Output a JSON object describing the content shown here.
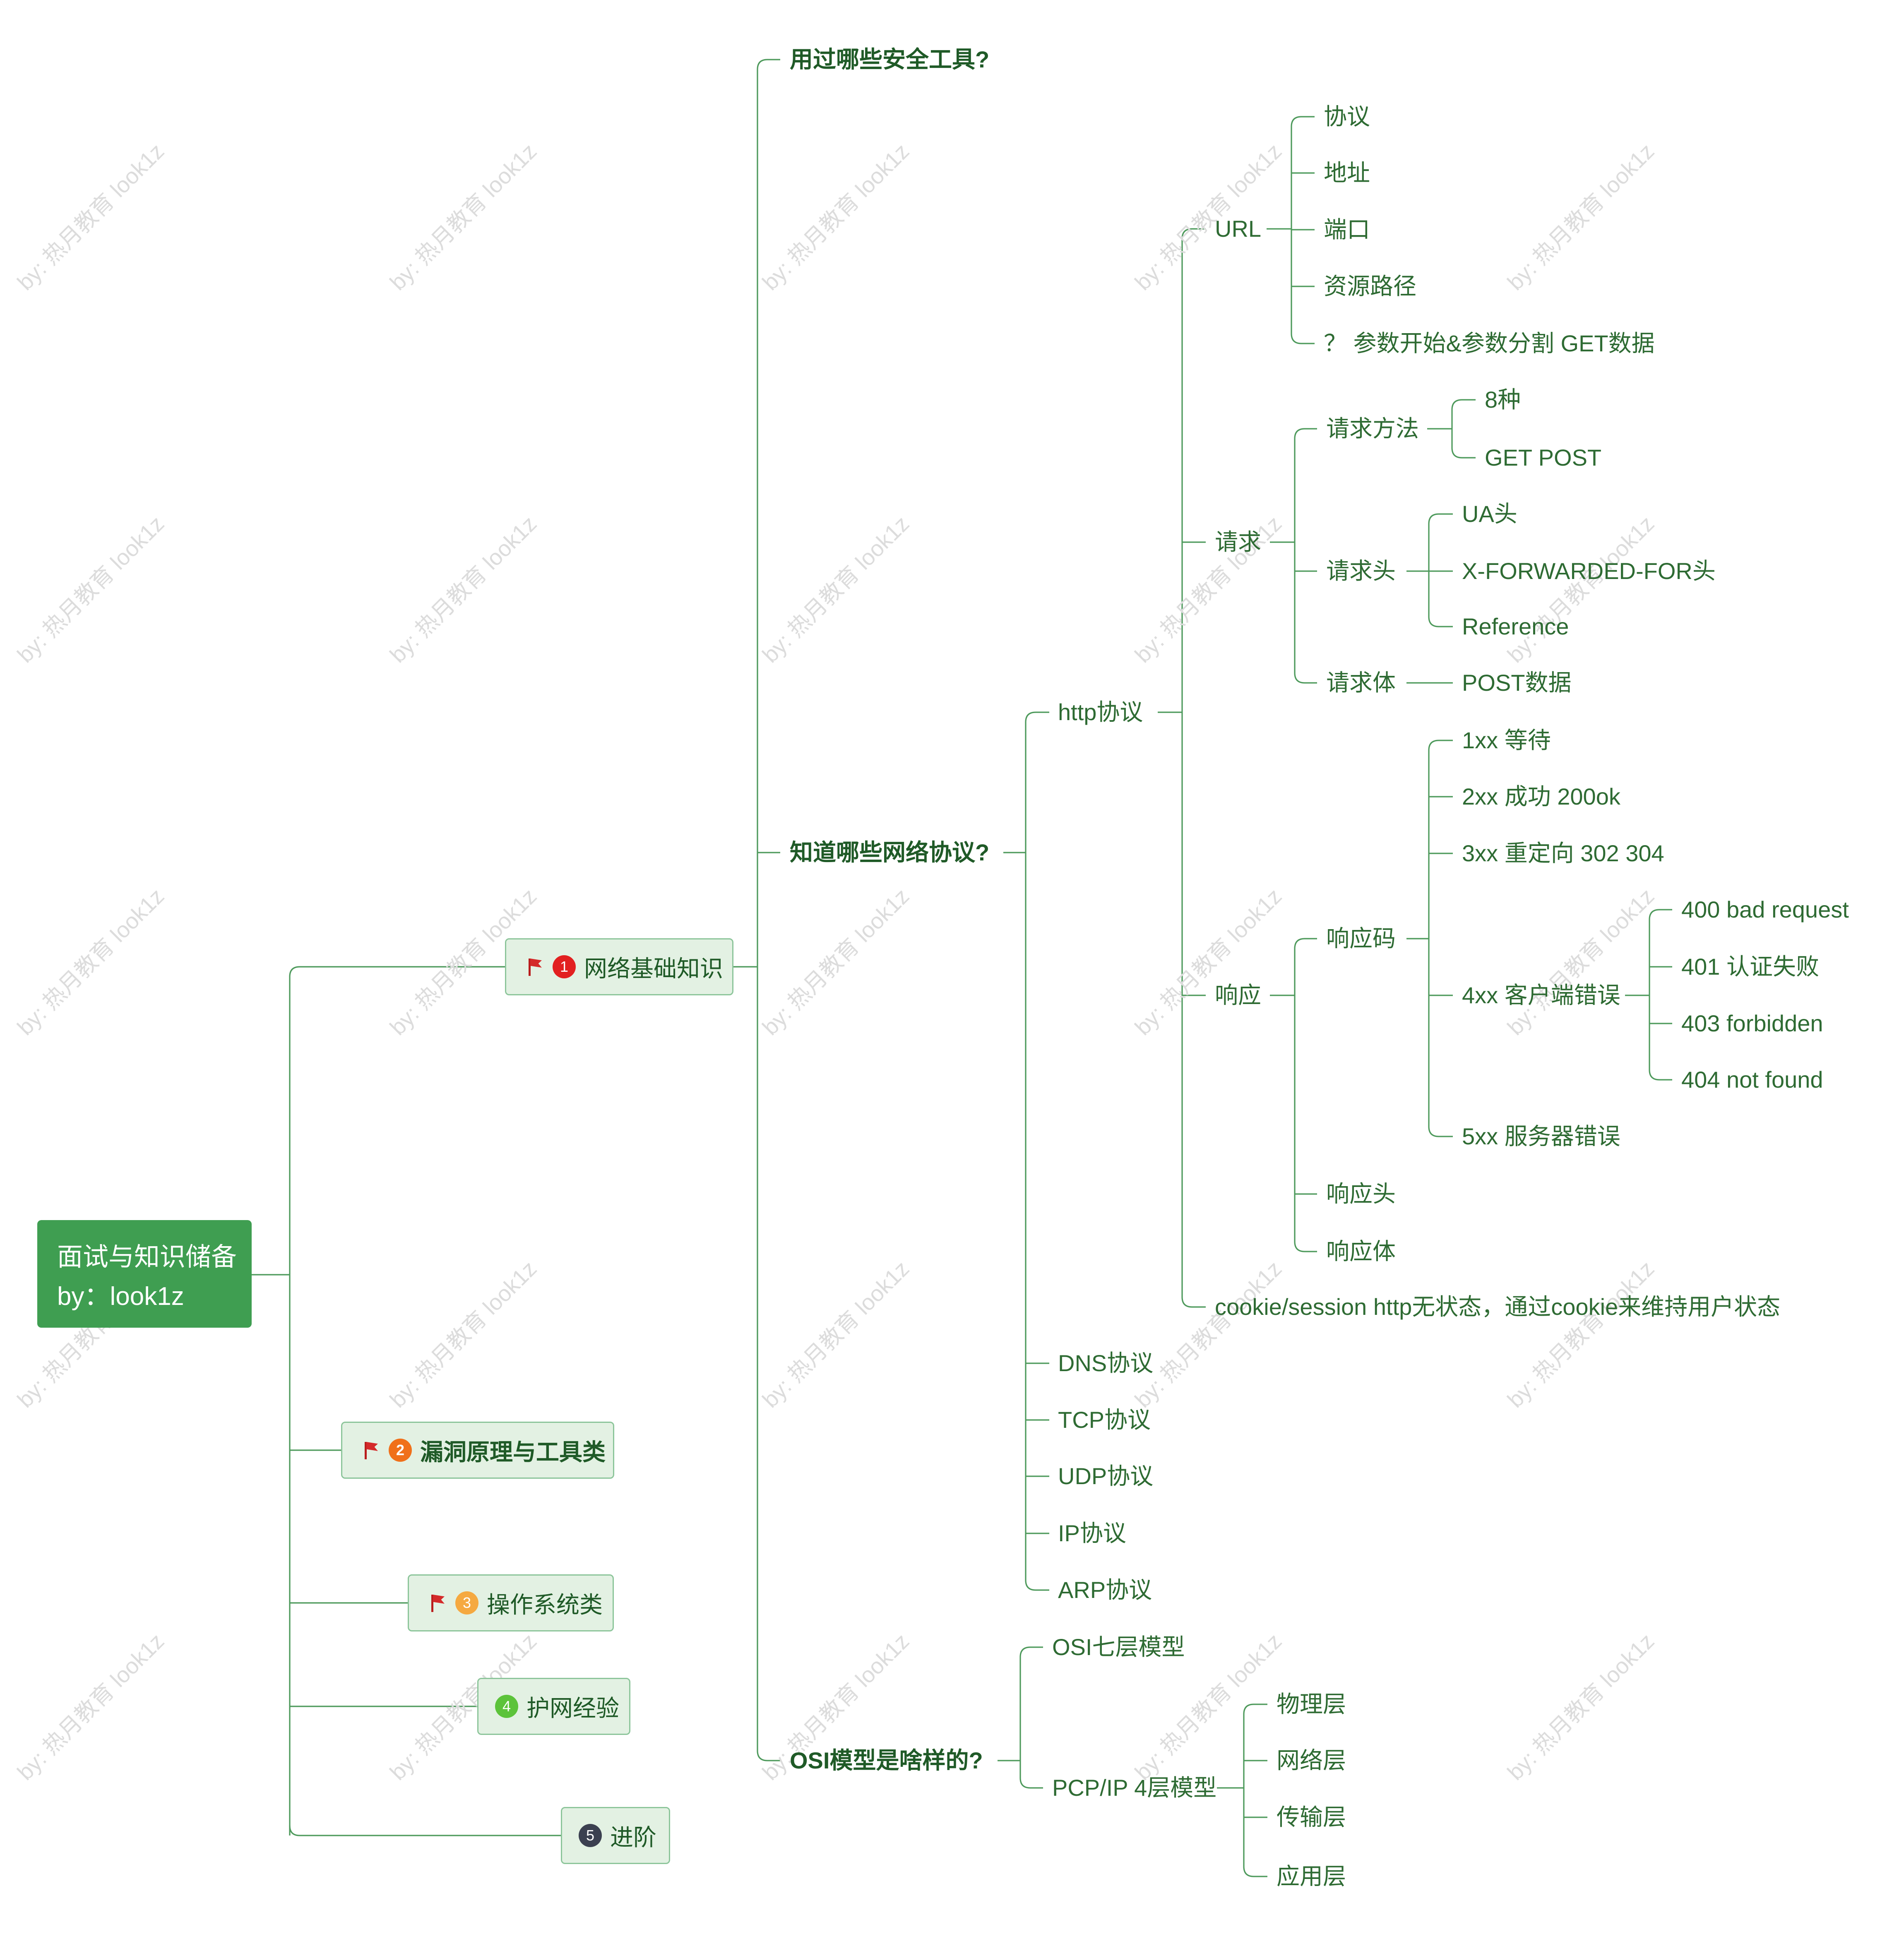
{
  "root": {
    "line1": "面试与知识储备",
    "line2": "by：look1z"
  },
  "branches": [
    {
      "label": "网络基础知识",
      "badge": "1",
      "badge_color": "#e22020",
      "flag": true
    },
    {
      "label": "漏洞原理与工具类",
      "badge": "2",
      "badge_color": "#f0701a",
      "flag": true
    },
    {
      "label": "操作系统类",
      "badge": "3",
      "badge_color": "#f5a941",
      "flag": true
    },
    {
      "label": "护网经验",
      "badge": "4",
      "badge_color": "#5cc33a",
      "flag": false
    },
    {
      "label": "进阶",
      "badge": "5",
      "badge_color": "#3b4050",
      "flag": false
    }
  ],
  "questions": {
    "tools": "用过哪些安全工具?",
    "protocols": "知道哪些网络协议?",
    "osi": "OSI模型是啥样的?"
  },
  "http": {
    "label": "http协议",
    "url": {
      "label": "URL",
      "items": [
        "协议",
        "地址",
        "端口",
        "资源路径",
        "？ 参数开始&参数分割 GET数据"
      ]
    },
    "request": {
      "label": "请求",
      "method": {
        "label": "请求方法",
        "items": [
          "8种",
          "GET POST"
        ]
      },
      "header": {
        "label": "请求头",
        "items": [
          "UA头",
          "X-FORWARDED-FOR头",
          "Reference"
        ]
      },
      "body": {
        "label": "请求体",
        "items": [
          "POST数据"
        ]
      }
    },
    "response": {
      "label": "响应",
      "code": {
        "label": "响应码",
        "c1xx": "1xx 等待",
        "c2xx": "2xx 成功 200ok",
        "c3xx": "3xx 重定向 302 304",
        "c4xx": {
          "label": "4xx 客户端错误",
          "items": [
            "400 bad request",
            "401 认证失败",
            "403 forbidden",
            "404 not found"
          ]
        },
        "c5xx": "5xx 服务器错误"
      },
      "header": "响应头",
      "body": "响应体"
    },
    "cookie": "cookie/session http无状态，通过cookie来维持用户状态"
  },
  "other_protocols": [
    "DNS协议",
    "TCP协议",
    "UDP协议",
    "IP协议",
    "ARP协议"
  ],
  "osi": {
    "seven": "OSI七层模型",
    "four": {
      "label": "PCP/IP 4层模型",
      "items": [
        "物理层",
        "网络层",
        "传输层",
        "应用层"
      ]
    }
  },
  "watermark": "by: 热月教育 look1z"
}
